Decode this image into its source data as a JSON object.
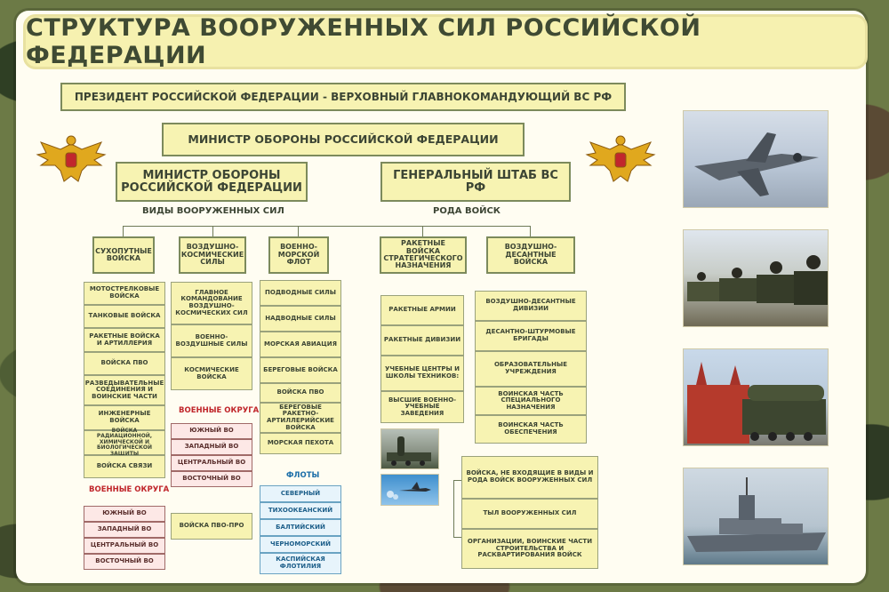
{
  "title": "СТРУКТУРА ВООРУЖЕННЫХ СИЛ РОССИЙСКОЙ ФЕДЕРАЦИИ",
  "president": "ПРЕЗИДЕНТ РОССИЙСКОЙ ФЕДЕРАЦИИ - ВЕРХОВНЫЙ ГЛАВНОКОМАНДУЮЩИЙ ВС РФ",
  "minister_top": "МИНИСТР ОБОРОНЫ РОССИЙСКОЙ ФЕДЕРАЦИИ",
  "minister_left": "МИНИСТР ОБОРОНЫ РОССИЙСКОЙ ФЕДЕРАЦИИ",
  "general_staff": "ГЕНЕРАЛЬНЫЙ ШТАБ ВС РФ",
  "services_label": "ВИДЫ ВООРУЖЕННЫХ СИЛ",
  "arms_label": "РОДА ВОЙСК",
  "col_ground": {
    "header": "СУХОПУТНЫЕ ВОЙСКА",
    "items": [
      "МОТОСТРЕЛКОВЫЕ ВОЙСКА",
      "ТАНКОВЫЕ ВОЙСКА",
      "РАКЕТНЫЕ ВОЙСКА И АРТИЛЛЕРИЯ",
      "ВОЙСКА ПВО",
      "РАЗВЕДЫВАТЕЛЬНЫЕ СОЕДИНЕНИЯ И ВОИНСКИЕ ЧАСТИ",
      "ИНЖЕНЕРНЫЕ ВОЙСКА",
      "ВОЙСКА РАДИАЦИОННОЙ, ХИМИЧЕСКОЙ И БИОЛОГИЧЕСКОЙ ЗАЩИТЫ",
      "ВОЙСКА СВЯЗИ"
    ],
    "districts_label": "ВОЕННЫЕ ОКРУГА",
    "districts": [
      "ЮЖНЫЙ ВО",
      "ЗАПАДНЫЙ ВО",
      "ЦЕНТРАЛЬНЫЙ ВО",
      "ВОСТОЧНЫЙ ВО"
    ]
  },
  "col_aerospace": {
    "header": "ВОЗДУШНО-КОСМИЧЕСКИЕ СИЛЫ",
    "items": [
      "ГЛАВНОЕ КОМАНДОВАНИЕ ВОЗДУШНО-КОСМИЧЕСКИХ СИЛ",
      "ВОЕННО-ВОЗДУШНЫЕ СИЛЫ",
      "КОСМИЧЕСКИЕ ВОЙСКА"
    ],
    "districts_label": "ВОЕННЫЕ ОКРУГА",
    "districts": [
      "ЮЖНЫЙ ВО",
      "ЗАПАДНЫЙ ВО",
      "ЦЕНТРАЛЬНЫЙ ВО",
      "ВОСТОЧНЫЙ ВО"
    ],
    "pvo": "ВОЙСКА ПВО-ПРО"
  },
  "col_navy": {
    "header": "ВОЕННО-МОРСКОЙ ФЛОТ",
    "items": [
      "ПОДВОДНЫЕ СИЛЫ",
      "НАДВОДНЫЕ СИЛЫ",
      "МОРСКАЯ АВИАЦИЯ",
      "БЕРЕГОВЫЕ ВОЙСКА",
      "ВОЙСКА ПВО",
      "БЕРЕГОВЫЕ РАКЕТНО-АРТИЛЛЕРИЙСКИЕ ВОЙСКА",
      "МОРСКАЯ ПЕХОТА"
    ],
    "fleets_label": "ФЛОТЫ",
    "fleets": [
      "СЕВЕРНЫЙ",
      "ТИХООКЕАНСКИЙ",
      "БАЛТИЙСКИЙ",
      "ЧЕРНОМОРСКИЙ",
      "КАСПИЙСКАЯ ФЛОТИЛИЯ"
    ]
  },
  "col_rvsn": {
    "header": "РАКЕТНЫЕ ВОЙСКА СТРАТЕГИЧЕСКОГО НАЗНАЧЕНИЯ",
    "items": [
      "РАКЕТНЫЕ АРМИИ",
      "РАКЕТНЫЕ ДИВИЗИИ",
      "УЧЕБНЫЕ ЦЕНТРЫ И ШКОЛЫ ТЕХНИКОВ:",
      "ВЫСШИЕ ВОЕННО-УЧЕБНЫЕ ЗАВЕДЕНИЯ"
    ]
  },
  "col_airborne": {
    "header": "ВОЗДУШНО-ДЕСАНТНЫЕ ВОЙСКА",
    "items": [
      "ВОЗДУШНО-ДЕСАНТНЫЕ ДИВИЗИИ",
      "ДЕСАНТНО-ШТУРМОВЫЕ БРИГАДЫ",
      "ОБРАЗОВАТЕЛЬНЫЕ УЧРЕЖДЕНИЯ",
      "ВОИНСКАЯ ЧАСТЬ СПЕЦИАЛЬНОГО НАЗНАЧЕНИЯ",
      "ВОИНСКАЯ ЧАСТЬ ОБЕСПЕЧЕНИЯ"
    ]
  },
  "other_troops": [
    "ВОЙСКА, НЕ ВХОДЯЩИЕ В ВИДЫ И РОДА ВОЙСК ВООРУЖЕННЫХ СИЛ",
    "ТЫЛ ВООРУЖЕННЫХ СИЛ",
    "ОРГАНИЗАЦИИ, ВОИНСКИЕ ЧАСТИ СТРОИТЕЛЬСТВА И РАСКВАРТИРОВАНИЯ ВОЙСК"
  ],
  "colors": {
    "box_fill": "#f7f3b2",
    "box_border": "#7c8a5c",
    "district_fill": "#fde8e6",
    "fleet_fill": "#e7f4fb",
    "red_label": "#c0262b",
    "blue_label": "#1b6ea8",
    "text": "#3c4534"
  },
  "icons": {
    "emblem": "double-headed-eagle-emblem",
    "photos": [
      "fighter-jet-photo",
      "armored-vehicles-photo",
      "missile-launcher-red-square-photo",
      "warship-photo",
      "missile-truck-photo",
      "aircraft-sky-photo"
    ]
  }
}
